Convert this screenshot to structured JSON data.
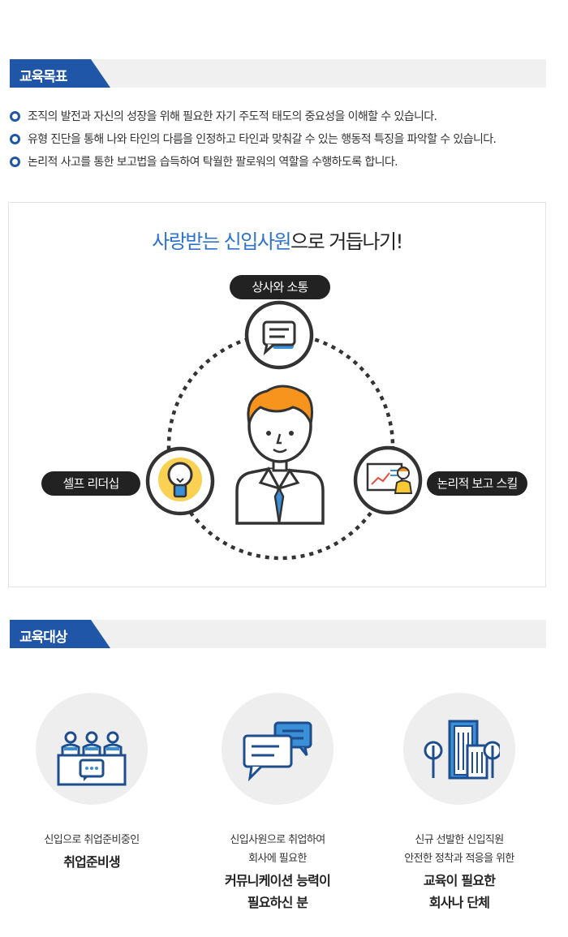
{
  "goals_section": {
    "title": "교육목표",
    "items": [
      "조직의 발전과 자신의 성장을 위해 필요한 자기 주도적 태도의 중요성을 이해할 수 있습니다.",
      "유형 진단을 통해 나와 타인의 다름을 인정하고 타인과 맞춰갈 수 있는 행동적 특징을 파악할 수 있습니다.",
      "논리적 사고를 통한 보고법을 습득하여 탁월한 팔로워의 역할을 수행하도록 합니다."
    ]
  },
  "diagram": {
    "headline_highlight": "사랑받는 신입사원",
    "headline_rest": "으로 거듭나기!",
    "skills": {
      "top": "상사와 소통",
      "left": "셀프 리더십",
      "right": "논리적 보고 스킬"
    },
    "icons": {
      "center": "employee-icon",
      "top": "chat-bubble-icon",
      "left": "lightbulb-icon",
      "right": "presentation-icon"
    },
    "colors": {
      "hair": "#f7941d",
      "tie": "#3a8fd6",
      "highlight": "#2e73cb"
    }
  },
  "targets_section": {
    "title": "교육대상",
    "items": [
      {
        "icon": "meeting-icon",
        "sub_lines": [
          "신입으로 취업준비중인"
        ],
        "main_lines": [
          "취업준비생"
        ]
      },
      {
        "icon": "speech-bubbles-icon",
        "sub_lines": [
          "신입사원으로 취업하여",
          "회사에 필요한"
        ],
        "main_lines": [
          "커뮤니케이션 능력이",
          "필요하신 분"
        ]
      },
      {
        "icon": "buildings-icon",
        "sub_lines": [
          "신규 선발한 신입직원",
          "안전한 정착과 적응을 위한"
        ],
        "main_lines": [
          "교육이 필요한",
          "회사나 단체"
        ]
      }
    ]
  },
  "brand_color": "#1f56a8"
}
